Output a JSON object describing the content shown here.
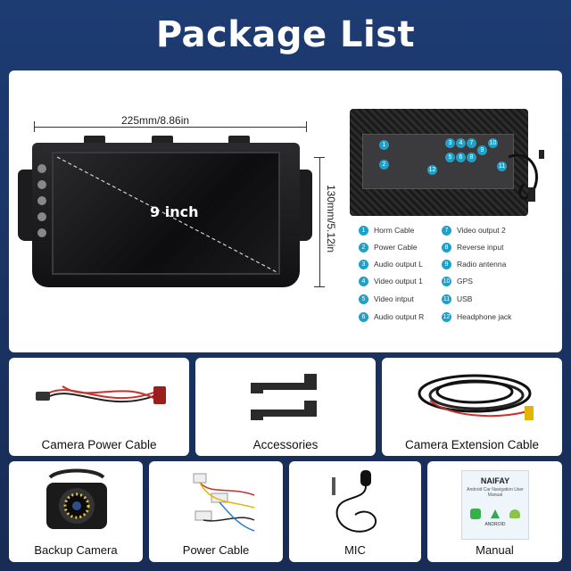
{
  "title": "Package List",
  "main": {
    "width_label": "225mm/8.86in",
    "height_label": "130mm/5.12in",
    "screen_label": "9 inch",
    "legend": [
      {
        "num": "1",
        "label": "Horm Cable"
      },
      {
        "num": "2",
        "label": "Power Cable"
      },
      {
        "num": "3",
        "label": "Audio output L"
      },
      {
        "num": "4",
        "label": "Video output 1"
      },
      {
        "num": "5",
        "label": "Video intput"
      },
      {
        "num": "6",
        "label": "Audio output R"
      },
      {
        "num": "7",
        "label": "Video output 2"
      },
      {
        "num": "8",
        "label": "Reverse input"
      },
      {
        "num": "9",
        "label": "Radio antenna"
      },
      {
        "num": "10",
        "label": "GPS"
      },
      {
        "num": "11",
        "label": "USB"
      },
      {
        "num": "12",
        "label": "Headphone jack"
      }
    ],
    "port_numbers": [
      "1",
      "2",
      "3",
      "4",
      "5",
      "6",
      "7",
      "8",
      "9",
      "10",
      "11",
      "12"
    ]
  },
  "items": {
    "camera_power_cable": "Camera Power Cable",
    "accessories": "Accessories",
    "camera_extension_cable": "Camera Extension Cable",
    "backup_camera": "Backup Camera",
    "power_cable": "Power Cable",
    "mic": "MIC",
    "manual": "Manual"
  },
  "manual_cover": {
    "brand": "NAIFAY",
    "subtitle": "Android Car Navigation User Manual",
    "logo_text": "ANDROID"
  },
  "colors": {
    "background": "#1b3566",
    "accent_port": "#1fa0c9",
    "cable_red": "#c8322c"
  }
}
